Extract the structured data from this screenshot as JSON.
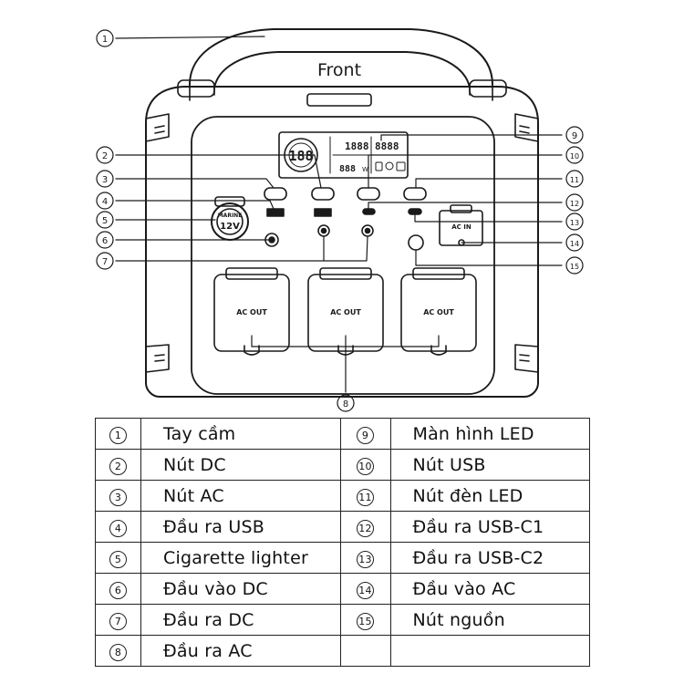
{
  "diagram": {
    "front_label": "Front",
    "port_labels": {
      "marine": "MARINE",
      "volt": "12V",
      "ac_in": "AC IN",
      "ac_out": [
        "AC OUT",
        "AC OUT",
        "AC OUT"
      ]
    },
    "lcd": {
      "main": "188",
      "in_watts": "1888",
      "out_watts": "8888",
      "time": "888",
      "unit": "W"
    },
    "callouts": [
      "1",
      "2",
      "3",
      "4",
      "5",
      "6",
      "7",
      "8",
      "9",
      "10",
      "11",
      "12",
      "13",
      "14",
      "15"
    ]
  },
  "legend": {
    "left": [
      {
        "num": "1",
        "label": "Tay cầm"
      },
      {
        "num": "2",
        "label": "Nút DC"
      },
      {
        "num": "3",
        "label": "Nút AC"
      },
      {
        "num": "4",
        "label": "Đầu ra USB"
      },
      {
        "num": "5",
        "label": "Cigarette lighter"
      },
      {
        "num": "6",
        "label": "Đầu vào DC"
      },
      {
        "num": "7",
        "label": "Đầu ra DC"
      },
      {
        "num": "8",
        "label": "Đầu ra AC"
      }
    ],
    "right": [
      {
        "num": "9",
        "label": "Màn hình LED"
      },
      {
        "num": "10",
        "label": "Nút USB"
      },
      {
        "num": "11",
        "label": "Nút đèn LED"
      },
      {
        "num": "12",
        "label": "Đầu ra USB-C1"
      },
      {
        "num": "13",
        "label": "Đầu ra USB-C2"
      },
      {
        "num": "14",
        "label": "Đầu vào AC"
      },
      {
        "num": "15",
        "label": "Nút nguồn"
      },
      {
        "num": "",
        "label": ""
      }
    ]
  }
}
